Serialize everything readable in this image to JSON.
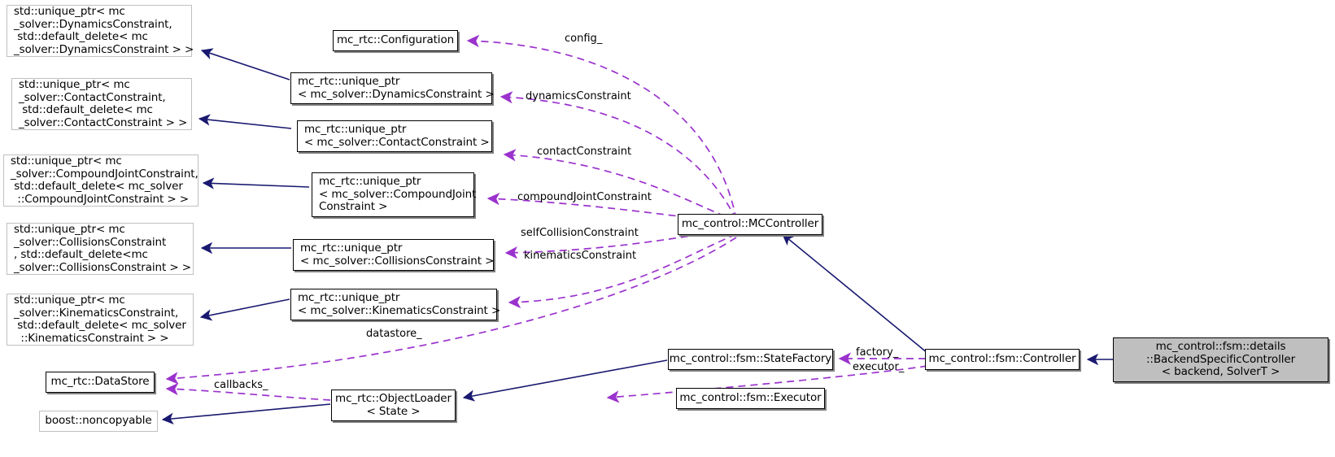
{
  "diagram": {
    "title": "mc_control::fsm::details::BackendSpecificController collaboration diagram",
    "kind": "uml-collaboration-diagram",
    "colors": {
      "inheritance_edge": "#191970",
      "usage_edge": "#9a32cd",
      "node_border_bold": "#000000",
      "node_border_plain": "#c0c0c0",
      "node_fill": "#ffffff",
      "current_node_fill": "#bfbfbf",
      "shadow": "#808080",
      "background": "#ffffff"
    }
  },
  "nodes": {
    "up_dynamics": {
      "label": "std::unique_ptr< mc\n_solver::DynamicsConstraint,\n std::default_delete< mc\n_solver::DynamicsConstraint > >",
      "style": "plain"
    },
    "up_contact": {
      "label": "std::unique_ptr< mc\n_solver::ContactConstraint,\n std::default_delete< mc\n_solver::ContactConstraint > >",
      "style": "plain"
    },
    "up_compound": {
      "label": "std::unique_ptr< mc\n_solver::CompoundJointConstraint,\n std::default_delete< mc_solver\n  ::CompoundJointConstraint > >",
      "style": "plain"
    },
    "up_collisions": {
      "label": "std::unique_ptr< mc\n_solver::CollisionsConstraint\n, std::default_delete<mc\n_solver::CollisionsConstraint > >",
      "style": "plain"
    },
    "up_kinematics": {
      "label": "std::unique_ptr< mc\n_solver::KinematicsConstraint,\n std::default_delete< mc_solver\n  ::KinematicsConstraint > >",
      "style": "plain"
    },
    "datastore": {
      "label": "mc_rtc::DataStore",
      "style": "bold"
    },
    "noncopyable": {
      "label": "boost::noncopyable",
      "style": "plain"
    },
    "configuration": {
      "label": "mc_rtc::Configuration",
      "style": "bold"
    },
    "rtc_up_dynamics": {
      "label": "mc_rtc::unique_ptr\n< mc_solver::DynamicsConstraint >",
      "style": "bold"
    },
    "rtc_up_contact": {
      "label": "mc_rtc::unique_ptr\n< mc_solver::ContactConstraint >",
      "style": "bold"
    },
    "rtc_up_compound": {
      "label": "mc_rtc::unique_ptr\n< mc_solver::CompoundJoint\nConstraint >",
      "style": "bold"
    },
    "rtc_up_collisions": {
      "label": "mc_rtc::unique_ptr\n< mc_solver::CollisionsConstraint >",
      "style": "bold"
    },
    "rtc_up_kinematics": {
      "label": "mc_rtc::unique_ptr\n< mc_solver::KinematicsConstraint >",
      "style": "bold"
    },
    "object_loader": {
      "label": "mc_rtc::ObjectLoader\n< State >",
      "style": "bold"
    },
    "mccontroller": {
      "label": "mc_control::MCController",
      "style": "bold"
    },
    "state_factory": {
      "label": "mc_control::fsm::StateFactory",
      "style": "bold"
    },
    "executor": {
      "label": "mc_control::fsm::Executor",
      "style": "bold"
    },
    "fsm_controller": {
      "label": "mc_control::fsm::Controller",
      "style": "bold"
    },
    "backend_specific": {
      "label": "mc_control::fsm::details\n::BackendSpecificController\n< backend, SolverT >",
      "style": "current"
    }
  },
  "edge_labels": {
    "config": "config_",
    "dynamics": "dynamicsConstraint",
    "contact": "contactConstraint",
    "compound": "compoundJointConstraint",
    "self_collision": "selfCollisionConstraint",
    "kinematics": "kinematicsConstraint",
    "datastore": "datastore_",
    "callbacks": "callbacks_",
    "factory": "factory_",
    "executor": "executor_"
  }
}
